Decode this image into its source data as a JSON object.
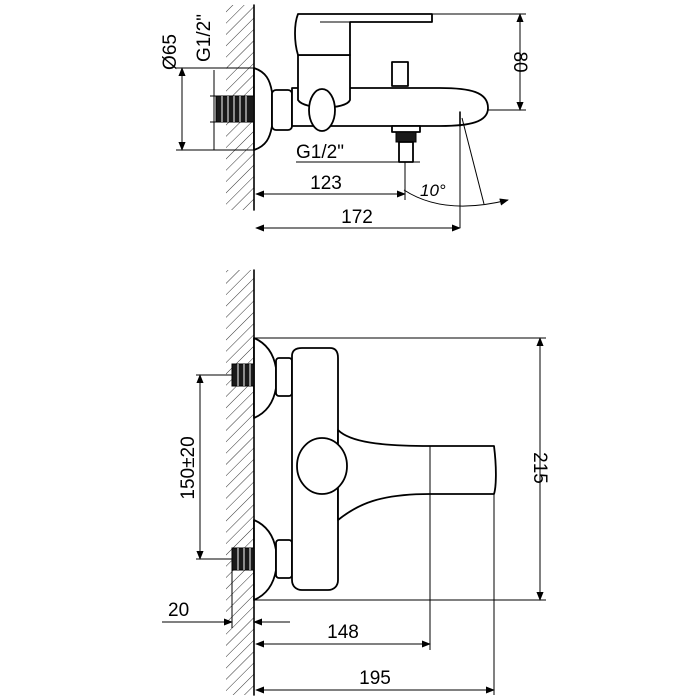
{
  "top_view": {
    "dim_diameter": "Ø65",
    "dim_thread_wall": "G1/2\"",
    "dim_thread_outlet": "G1/2\"",
    "dim_height": "80",
    "dim_outlet_distance": "123",
    "dim_angle": "10°",
    "dim_total_length": "172"
  },
  "front_view": {
    "dim_inlet_spacing": "150±20",
    "dim_height": "215",
    "dim_thread_length": "20",
    "dim_spout_reach": "148",
    "dim_total_length": "195"
  }
}
